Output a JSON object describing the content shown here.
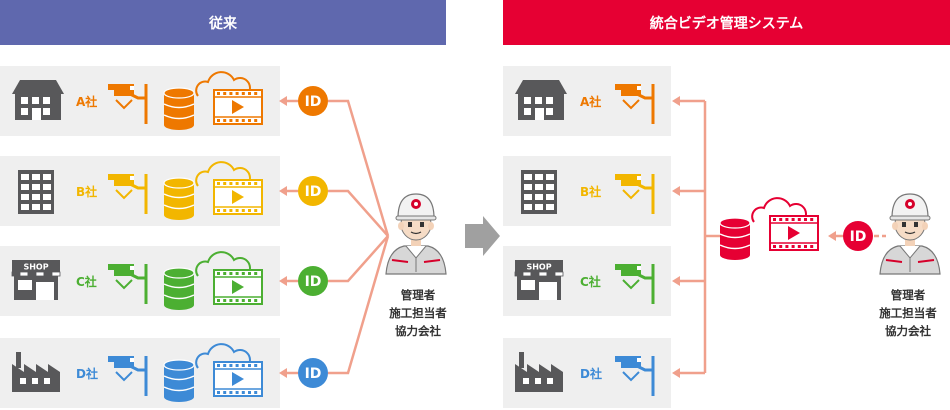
{
  "headers": {
    "left": "従来",
    "right": "統合ビデオ管理システム"
  },
  "companies": [
    {
      "name": "A社",
      "building": "house",
      "color": "#ee7800"
    },
    {
      "name": "B社",
      "building": "apartment",
      "color": "#f2b600"
    },
    {
      "name": "C社",
      "building": "shop",
      "color": "#4caf32",
      "sign": "SHOP"
    },
    {
      "name": "D社",
      "building": "factory",
      "color": "#3d8ad6"
    }
  ],
  "id_badge": "ID",
  "integrated_color": "#e60033",
  "arrow_color": "#f0a08c",
  "manager": {
    "lines": [
      "管理者",
      "施工担当者",
      "協力会社"
    ]
  }
}
